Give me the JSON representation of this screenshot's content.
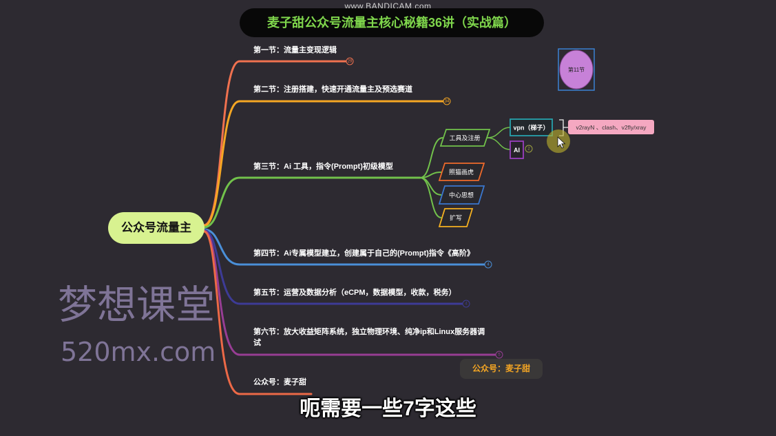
{
  "recorder_watermark": "www.BANDICAM.com",
  "title": "麦子甜公众号流量主核心秘籍36讲（实战篇）",
  "central_topic": "公众号流量主",
  "sections": [
    {
      "label": "第一节：流量主变现逻辑",
      "badge": "29",
      "color": "#f0714f"
    },
    {
      "label": "第二节：注册搭建，快速开通流量主及预选赛道",
      "badge": "34",
      "color": "#f5a623"
    },
    {
      "label": "第三节：Ai 工具，指令(Prompt)初级模型",
      "color": "#72c24b",
      "subtopics": [
        {
          "label": "工具及注册",
          "color": "#72c24b",
          "children": [
            {
              "label": "vpn（梯子）",
              "color": "#27a3ad",
              "note": "v2rayN 、clash、v2fly/xray",
              "note_color": "#f5a8c1"
            },
            {
              "label": "AI",
              "badge": "2",
              "color": "#9a3fbe",
              "badge_color": "#9ea23f"
            }
          ]
        },
        {
          "label": "照猫画虎",
          "color": "#ef6a2b"
        },
        {
          "label": "中心思想",
          "color": "#3a77cf"
        },
        {
          "label": "扩写",
          "color": "#f4b021"
        }
      ]
    },
    {
      "label": "第四节：Ai专属模型建立，创建属于自己的(Prompt)指令《高阶》",
      "badge": "4",
      "color": "#4a8fd8"
    },
    {
      "label": "第五节：运营及数据分析（eCPM，数据模型，收款，税务）",
      "badge": "4",
      "color": "#3d3b96"
    },
    {
      "label": "第六节：放大收益矩阵系统，独立物理环境、纯净ip和Linux服务器调试",
      "badge": "5",
      "color": "#973d94"
    },
    {
      "label": "公众号：麦子甜",
      "color": "#ec6947"
    }
  ],
  "floating_topic": {
    "label": "第11节",
    "fill": "#c781d8",
    "frame_color": "#3b82d4"
  },
  "callout": {
    "label": "公众号：麦子甜",
    "color": "#f5a623",
    "background": "#3a3838"
  },
  "site_watermark": {
    "name": "梦想课堂",
    "url": "520mx.com",
    "color": "#7f7497"
  },
  "subtitle": "呃需要一些7字这些",
  "icons": {
    "cursor": "mouse-pointer-icon",
    "highlight": "cursor-highlight-icon"
  },
  "colors": {
    "background": "#2d2a31",
    "title_text": "#7fd64c",
    "title_background": "#080808",
    "central_fill": "#d8f290"
  }
}
